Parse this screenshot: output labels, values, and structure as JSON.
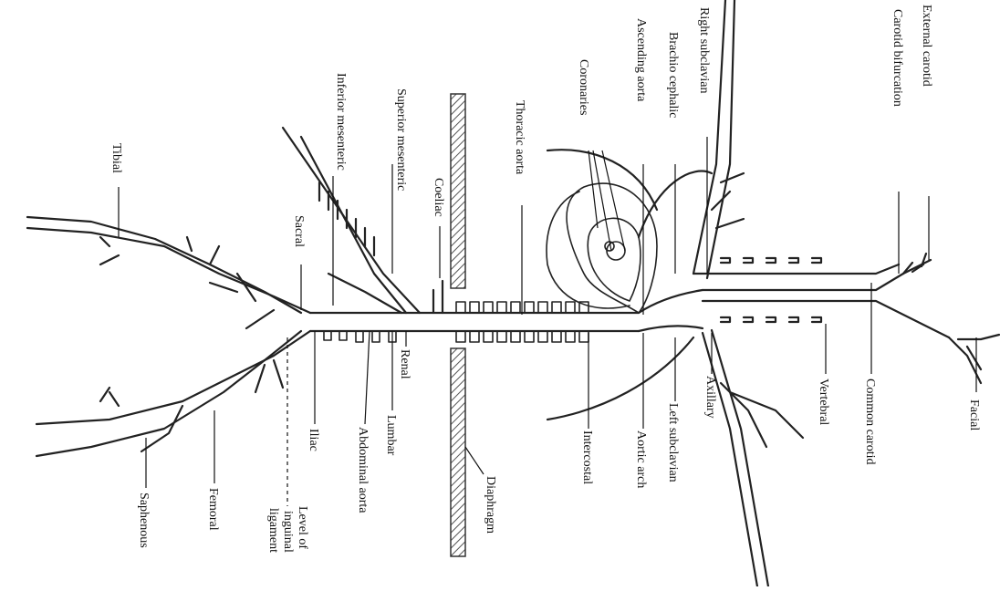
{
  "diagram": {
    "colors": {
      "ink": "#222222",
      "hatch": "#555555",
      "background": "#ffffff"
    },
    "labels": {
      "external_carotid": "External carotid",
      "carotid_bifurcation": "Carotid bifurcation",
      "right_subclavian": "Right subclavian",
      "brachio_cephalic": "Brachio cephalic",
      "ascending_aorta": "Ascending aorta",
      "coronaries": "Coronaries",
      "thoracic_aorta": "Thoracic aorta",
      "coeliac": "Coeliac",
      "superior_mesenteric": "Superior mesenteric",
      "inferior_mesenteric": "Inferior mesenteric",
      "sacral": "Sacral",
      "tibial": "Tibial",
      "facial": "Facial",
      "common_carotid": "Common carotid",
      "vertebral": "Vertebral",
      "axillary": "Axillary",
      "left_subclavian": "Left subclavian",
      "aortic_arch": "Aortic arch",
      "intercostal": "Intercostal",
      "diaphragm": "Diaphragm",
      "renal": "Renal",
      "lumbar": "Lumbar",
      "abdominal_aorta": "Abdominal aorta",
      "iliac": "Iliac",
      "level_of_inguinal_ligament": "Level of inguinal ligament",
      "femoral": "Femoral",
      "saphenous": "Saphenous"
    }
  }
}
